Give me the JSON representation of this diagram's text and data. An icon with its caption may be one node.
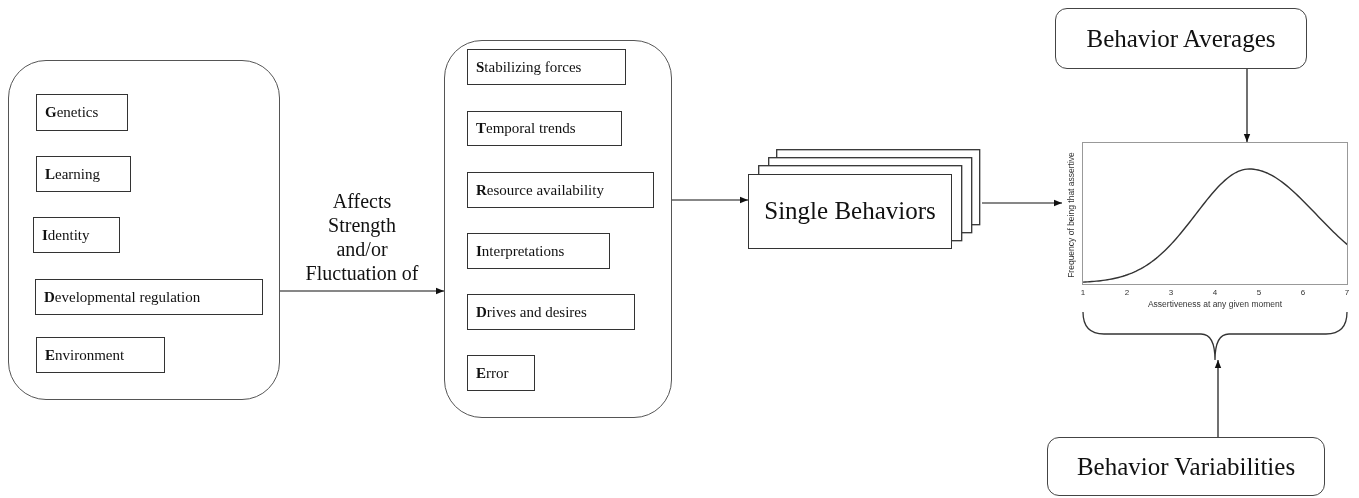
{
  "diagram": {
    "nodes": [
      {
        "text": [],
        "shape": "box"
      },
      {
        "text": [
          "**G**enetics"
        ],
        "in": 0
      },
      {
        "text": [
          "**L**earning"
        ],
        "in": 0
      },
      {
        "text": [
          "**I**dentity"
        ],
        "in": 0
      },
      {
        "text": [
          "**D**evelopmental regulation"
        ],
        "in": 0
      },
      {
        "text": [
          "**E**nvironment"
        ],
        "in": 0
      },
      {
        "text": [],
        "shape": "box"
      },
      {
        "text": [
          "**S**tabilizing forces"
        ],
        "in": 6
      },
      {
        "text": [
          "**T**emporal trends"
        ],
        "in": 6
      },
      {
        "text": [
          "**R**esource availability"
        ],
        "in": 6
      },
      {
        "text": [
          "**I**nterpretations"
        ],
        "in": 6
      },
      {
        "text": [
          "**D**rives and desires"
        ],
        "in": 6
      },
      {
        "text": [
          "**E**rror"
        ],
        "in": 6
      },
      {
        "text": [
          "Single Behaviors"
        ]
      },
      {
        "text": [
          "Behavior Averages"
        ]
      },
      {
        "text": [],
        "shape": "picture"
      },
      {
        "text": [],
        "shape": "bracket"
      },
      {
        "text": [
          "Behavior Variabilities"
        ]
      }
    ],
    "edges": [
      {
        "from": 0,
        "to": 6,
        "arrow": "to",
        "label": "Affects Strength and/or Fluctuation of"
      },
      {
        "from": 6,
        "to": 13,
        "arrow": "to"
      },
      {
        "from": 13,
        "to": 15,
        "arrow": "to"
      },
      {
        "from": 14,
        "to": 15,
        "arrow": "to"
      },
      {
        "from": 17,
        "to": 16,
        "arrow": "to"
      }
    ],
    "labels": [
      "Frequency of being that assertive",
      "1",
      "2",
      "3",
      "4",
      "5",
      "6",
      "7",
      "Assertiveness at any given moment"
    ]
  }
}
